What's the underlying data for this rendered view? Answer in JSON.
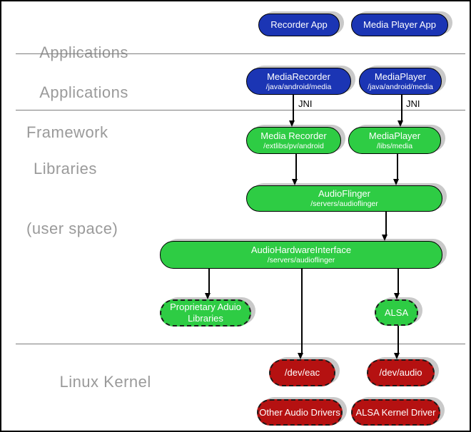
{
  "colors": {
    "blue": "#1b35b4",
    "green": "#2ecc44",
    "red": "#b51111",
    "shadow": "#c9c9c9",
    "label": "#9a9a9a"
  },
  "layers": {
    "applications": "Applications",
    "framework_line1": "Applications",
    "framework_line2": "Framework",
    "libraries_line1": "Libraries",
    "libraries_line2": "(user space)",
    "kernel": "Linux Kernel"
  },
  "labels": {
    "jni_left": "JNI",
    "jni_right": "JNI"
  },
  "nodes": {
    "recorder_app": {
      "title": "Recorder App"
    },
    "media_player_app": {
      "title": "Media Player App"
    },
    "mediarecorder_fw": {
      "title": "MediaRecorder",
      "subtitle": "/java/android/media"
    },
    "mediaplayer_fw": {
      "title": "MediaPlayer",
      "subtitle": "/java/android/media"
    },
    "mediarecorder_lib": {
      "title": "Media Recorder",
      "subtitle": "/extlibs/pv/android"
    },
    "mediaplayer_lib": {
      "title": "MediaPlayer",
      "subtitle": "/libs/media"
    },
    "audioflinger": {
      "title": "AudioFlinger",
      "subtitle": "/servers/audioflinger"
    },
    "audio_hardware_interface": {
      "title": "AudioHardwareInterface",
      "subtitle": "/servers/audioflinger"
    },
    "proprietary_audio_libraries": {
      "title": "Proprietary Aduio",
      "title2": "Libraries"
    },
    "alsa": {
      "title": "ALSA"
    },
    "dev_eac": {
      "title": "/dev/eac"
    },
    "dev_audio": {
      "title": "/dev/audio"
    },
    "other_audio_drivers": {
      "title": "Other Audio Drivers"
    },
    "alsa_kernel_driver": {
      "title": "ALSA Kernel Driver"
    }
  }
}
